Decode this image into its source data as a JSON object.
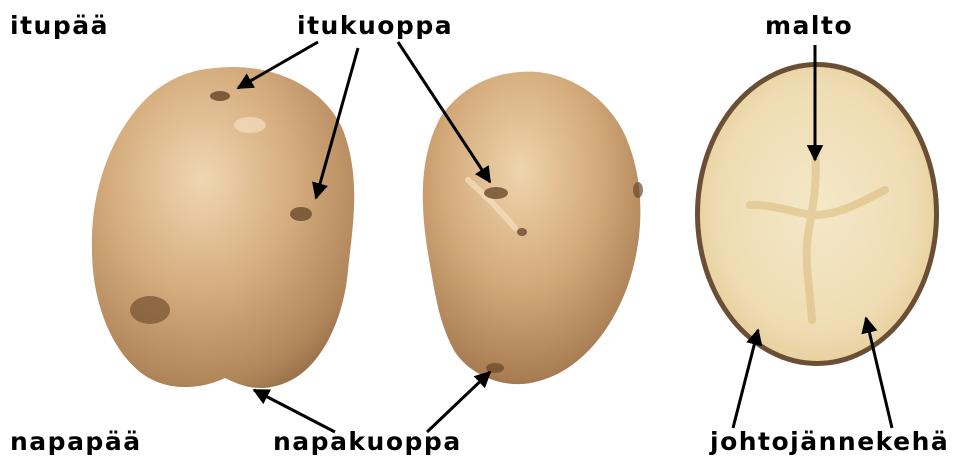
{
  "labels": {
    "itupaa": "itupää",
    "itukuoppa": "itukuoppa",
    "malto": "malto",
    "napapaa": "napapää",
    "napakuoppa": "napakuoppa",
    "johtojannekeha": "johtojännekehä"
  },
  "colors": {
    "skin_light": "#e8c9a0",
    "skin_mid": "#c99c6b",
    "skin_dark": "#8f6a44",
    "flesh": "#f1e2be",
    "flesh_edge": "#6b4f35",
    "arrow": "#000000"
  }
}
